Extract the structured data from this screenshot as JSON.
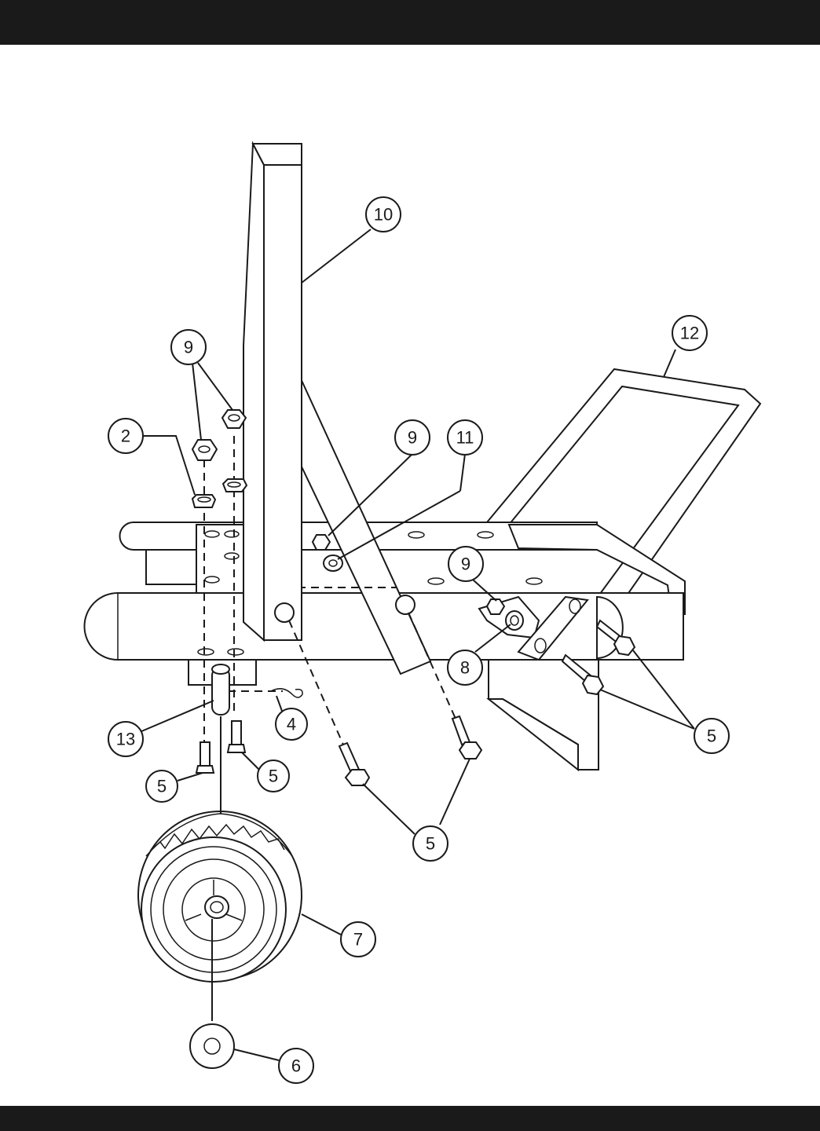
{
  "callouts": [
    {
      "id": "c10",
      "label": "10"
    },
    {
      "id": "c12",
      "label": "12"
    },
    {
      "id": "c9a",
      "label": "9"
    },
    {
      "id": "c2",
      "label": "2"
    },
    {
      "id": "c9b",
      "label": "9"
    },
    {
      "id": "c11",
      "label": "11"
    },
    {
      "id": "c9c",
      "label": "9"
    },
    {
      "id": "c8",
      "label": "8"
    },
    {
      "id": "c4",
      "label": "4"
    },
    {
      "id": "c13",
      "label": "13"
    },
    {
      "id": "c5a",
      "label": "5"
    },
    {
      "id": "c5b",
      "label": "5"
    },
    {
      "id": "c5c",
      "label": "5"
    },
    {
      "id": "c5d",
      "label": "5"
    },
    {
      "id": "c7",
      "label": "7"
    },
    {
      "id": "c6",
      "label": "6"
    }
  ],
  "colors": {
    "ink": "#1a1a1a",
    "paper": "#ffffff",
    "bar": "#1a1a1a"
  }
}
